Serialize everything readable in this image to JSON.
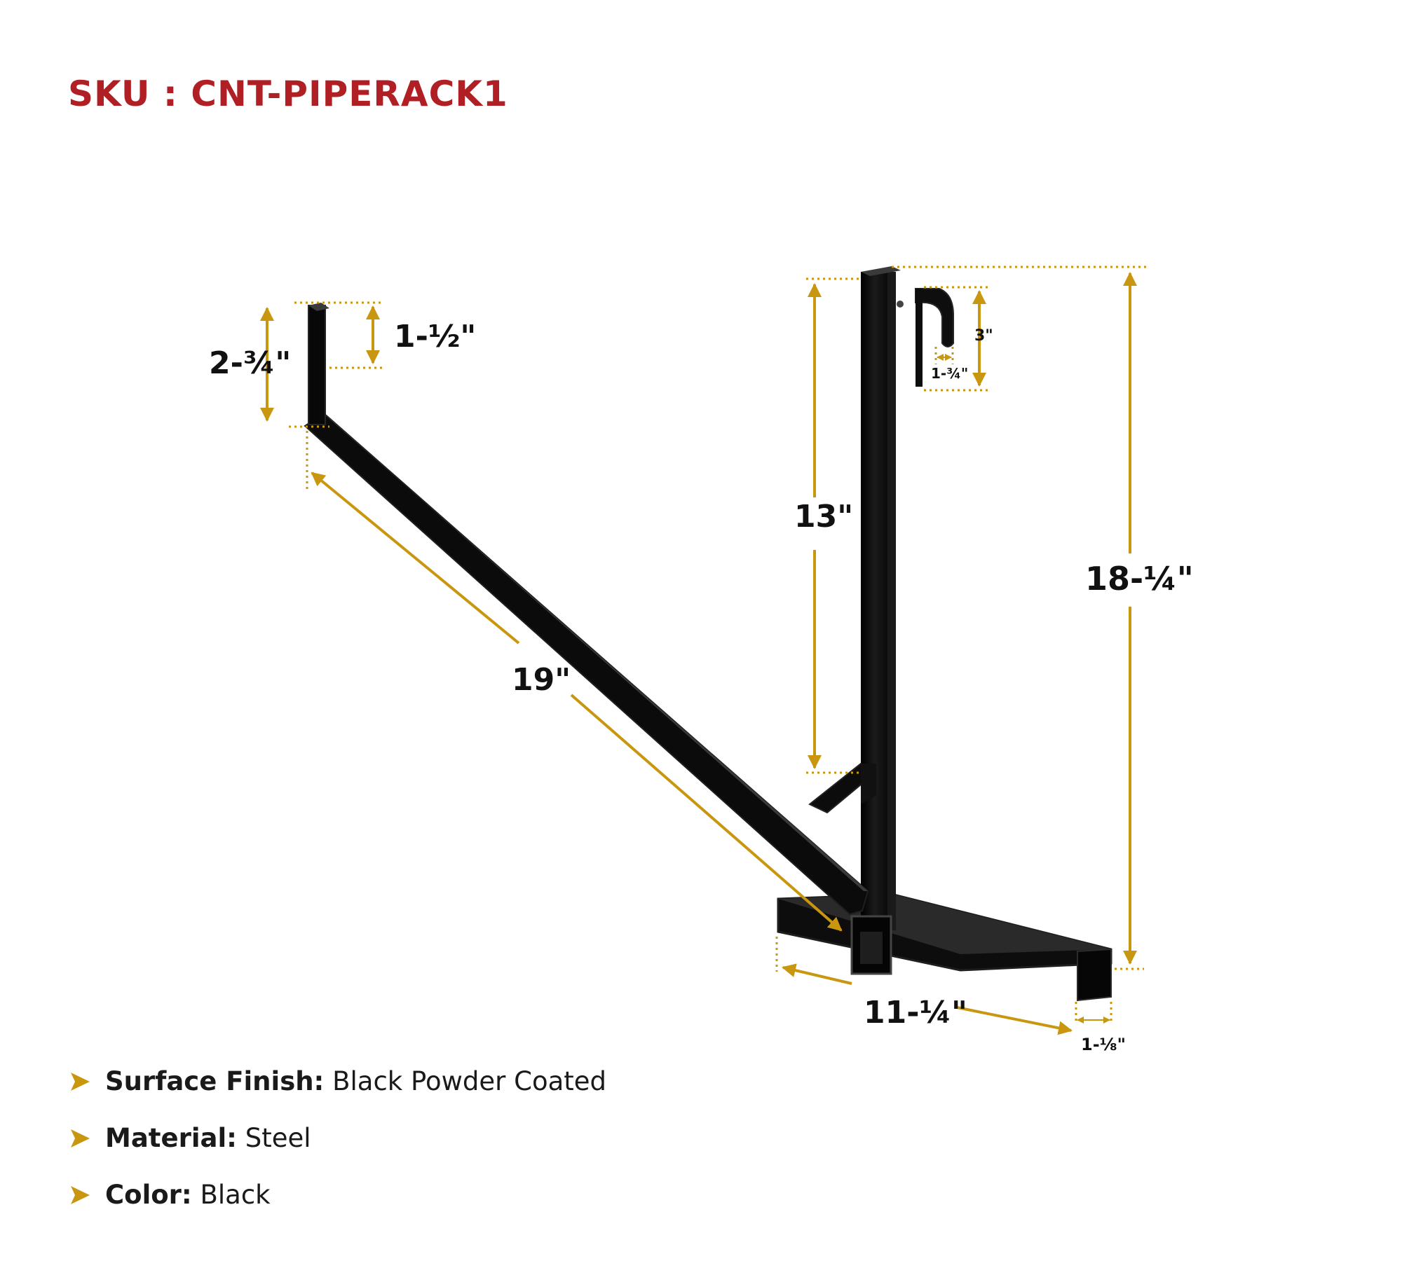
{
  "sku": "SKU : CNT-PIPERACK1",
  "dimensions": {
    "tip_height": "2-¾\"",
    "tip_inner": "1-½\"",
    "arm_length": "19\"",
    "post_height": "13\"",
    "total_height": "18-¼\"",
    "hook_height": "3\"",
    "hook_width": "1-¾\"",
    "base_length": "11-¼\"",
    "tube_size": "1-⅛\""
  },
  "features": [
    {
      "label": "Surface Finish:",
      "value": " Black Powder Coated"
    },
    {
      "label": "Material:",
      "value": " Steel"
    },
    {
      "label": "Color:",
      "value": " Black"
    }
  ],
  "colors": {
    "sku_red": "#b01f24",
    "accent_gold": "#c9960f",
    "steel_black": "#0c0c0c"
  }
}
